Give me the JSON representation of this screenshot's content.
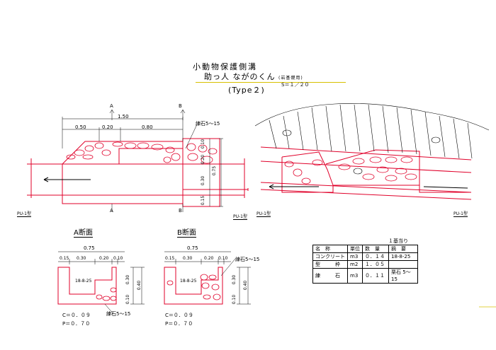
{
  "title": {
    "line1": "小動物保護側溝",
    "line2": "助っ人 ながのくん",
    "line2_note": "(岩基礎用)",
    "type": "(Type２)",
    "scale": "S＝１／２０"
  },
  "plan": {
    "dims": {
      "total": "1.50",
      "d1": "0.50",
      "d2": "0.20",
      "d3": "0.80",
      "v1": "0.10",
      "v2": "0.20",
      "v3": "0.30",
      "v4": "0.15",
      "vtotal": "0.75"
    },
    "stone_label": "練石5～15",
    "section_marks": {
      "a": "A",
      "b": "B"
    },
    "pu_left": "PU-1型",
    "pu_right": "PU-1型"
  },
  "perspective": {
    "pu_left": "PU-1型",
    "pu_right": "PU-1型"
  },
  "section_a": {
    "title": "A断面",
    "width": "0.75",
    "dims": [
      "0.15",
      "0.30",
      "0.20",
      "0.10"
    ],
    "heights": [
      "0.30",
      "0.40",
      "0.10"
    ],
    "rebar": "18-8-25",
    "stone_label": "練石5～15",
    "c_value": "C＝０．０９",
    "p_value": "P＝０．７０"
  },
  "section_b": {
    "title": "B断面",
    "width": "0.75",
    "dims": [
      "0.15",
      "0.30",
      "0.20",
      "0.10"
    ],
    "heights": [
      "0.30",
      "0.40",
      "0.10"
    ],
    "rebar": "18-8-25",
    "stone_label": "練石5～15",
    "c_value": "C＝０．０９",
    "p_value": "P＝０．７０"
  },
  "quantity_table": {
    "caption": "１基当り",
    "headers": [
      "名　称",
      "単位",
      "数　量",
      "摘　要"
    ],
    "rows": [
      [
        "コンクリート",
        "m3",
        "０．１４",
        "18-8-25"
      ],
      [
        "型　　　枠",
        "m2",
        "１．０５",
        ""
      ],
      [
        "練　　　石",
        "m3",
        "０．１１",
        "栗石 5～15"
      ]
    ]
  },
  "colors": {
    "drawing": "#e0002a",
    "ink": "#000000",
    "underline": "#d8c000"
  }
}
